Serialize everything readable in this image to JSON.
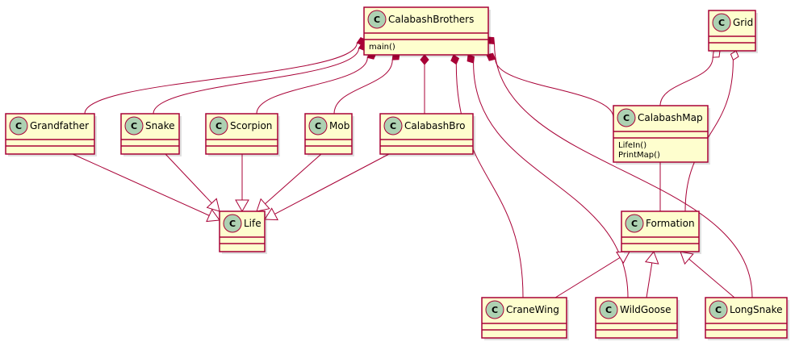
{
  "diagram": {
    "type": "uml-class",
    "stereotype_letter": "C",
    "classes": [
      {
        "id": "CalabashBrothers",
        "name": "CalabashBrothers",
        "methods": [
          "main()"
        ]
      },
      {
        "id": "Grid",
        "name": "Grid",
        "methods": []
      },
      {
        "id": "Grandfather",
        "name": "Grandfather",
        "methods": []
      },
      {
        "id": "Snake",
        "name": "Snake",
        "methods": []
      },
      {
        "id": "Scorpion",
        "name": "Scorpion",
        "methods": []
      },
      {
        "id": "Mob",
        "name": "Mob",
        "methods": []
      },
      {
        "id": "CalabashBro",
        "name": "CalabashBro",
        "methods": []
      },
      {
        "id": "CalabashMap",
        "name": "CalabashMap",
        "methods": [
          "LifeIn()",
          "PrintMap()"
        ]
      },
      {
        "id": "Life",
        "name": "Life",
        "methods": []
      },
      {
        "id": "Formation",
        "name": "Formation",
        "methods": []
      },
      {
        "id": "CraneWing",
        "name": "CraneWing",
        "methods": []
      },
      {
        "id": "WildGoose",
        "name": "WildGoose",
        "methods": []
      },
      {
        "id": "LongSnake",
        "name": "LongSnake",
        "methods": []
      }
    ],
    "relations": [
      {
        "from": "CalabashBrothers",
        "to": "Grandfather",
        "type": "composition"
      },
      {
        "from": "CalabashBrothers",
        "to": "Snake",
        "type": "composition"
      },
      {
        "from": "CalabashBrothers",
        "to": "Scorpion",
        "type": "composition"
      },
      {
        "from": "CalabashBrothers",
        "to": "Mob",
        "type": "composition"
      },
      {
        "from": "CalabashBrothers",
        "to": "CalabashBro",
        "type": "composition"
      },
      {
        "from": "CalabashBrothers",
        "to": "CraneWing",
        "type": "composition"
      },
      {
        "from": "CalabashBrothers",
        "to": "WildGoose",
        "type": "composition"
      },
      {
        "from": "CalabashBrothers",
        "to": "CalabashMap",
        "type": "composition"
      },
      {
        "from": "CalabashBrothers",
        "to": "LongSnake",
        "type": "composition"
      },
      {
        "from": "CalabashMap",
        "to": "Grid",
        "type": "aggregation"
      },
      {
        "from": "Formation",
        "to": "Grid",
        "type": "aggregation"
      },
      {
        "from": "CalabashMap",
        "to": "Formation",
        "type": "association"
      },
      {
        "from": "Grandfather",
        "to": "Life",
        "type": "inheritance"
      },
      {
        "from": "Snake",
        "to": "Life",
        "type": "inheritance"
      },
      {
        "from": "Scorpion",
        "to": "Life",
        "type": "inheritance"
      },
      {
        "from": "Mob",
        "to": "Life",
        "type": "inheritance"
      },
      {
        "from": "CalabashBro",
        "to": "Life",
        "type": "inheritance"
      },
      {
        "from": "CraneWing",
        "to": "Formation",
        "type": "inheritance"
      },
      {
        "from": "WildGoose",
        "to": "Formation",
        "type": "inheritance"
      },
      {
        "from": "LongSnake",
        "to": "Formation",
        "type": "inheritance"
      }
    ],
    "colors": {
      "class_fill": "#FEFECE",
      "class_border": "#A80036",
      "badge_fill": "#ADD1B2",
      "edge": "#A80036"
    }
  }
}
